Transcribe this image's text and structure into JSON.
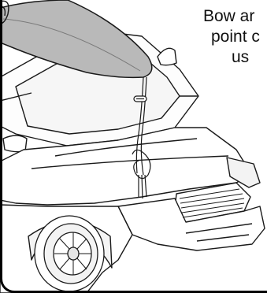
{
  "caption": {
    "line1": "Bow ar",
    "line2": "point c",
    "line3": "us"
  },
  "colors": {
    "kayak_fill": "#b9b9b9",
    "line": "#1a1a1a",
    "frame": "#000000"
  }
}
